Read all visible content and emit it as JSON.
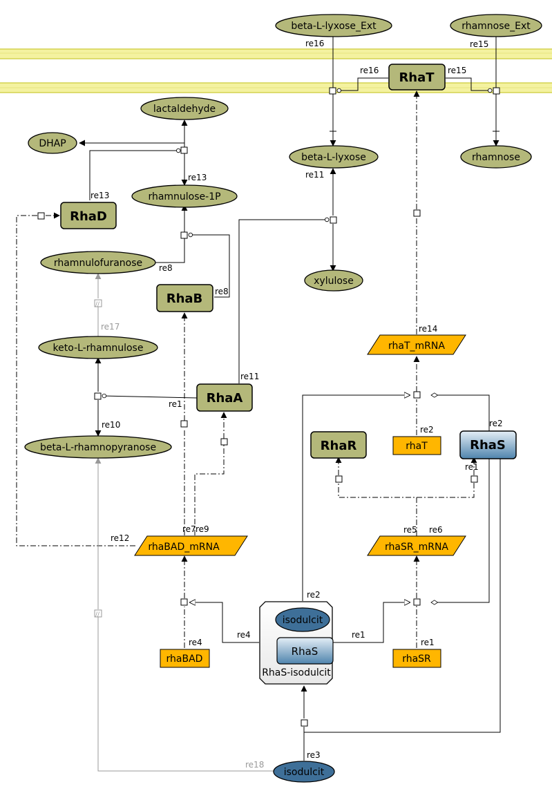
{
  "species": {
    "beta_L_lyxose_Ext": "beta-L-lyxose_Ext",
    "rhamnose_Ext": "rhamnose_Ext",
    "lactaldehyde": "lactaldehyde",
    "DHAP": "DHAP",
    "beta_L_lyxose": "beta-L-lyxose",
    "rhamnose": "rhamnose",
    "rhamnulose_1P": "rhamnulose-1P",
    "rhamnulofuranose": "rhamnulofuranose",
    "xylulose": "xylulose",
    "keto_L_rhamnulose": "keto-L-rhamnulose",
    "beta_L_rhamnopyranose": "beta-L-rhamnopyranose",
    "isodulcit_complex": "isodulcit",
    "isodulcit_bottom": "isodulcit"
  },
  "proteins": {
    "RhaT": "RhaT",
    "RhaD": "RhaD",
    "RhaB": "RhaB",
    "RhaA": "RhaA",
    "RhaR": "RhaR",
    "RhaS": "RhaS",
    "RhaS_inner": "RhaS"
  },
  "complex": {
    "label": "RhaS-isodulcit"
  },
  "rnas": {
    "rhaT_mRNA": "rhaT_mRNA",
    "rhaBAD_mRNA": "rhaBAD_mRNA",
    "rhaSR_mRNA": "rhaSR_mRNA"
  },
  "genes": {
    "rhaT": "rhaT",
    "rhaBAD": "rhaBAD",
    "rhaSR": "rhaSR"
  },
  "reaction_labels": {
    "re16_top": "re16",
    "re15_top": "re15",
    "re16_mid": "re16",
    "re15_mid": "re15",
    "re11_lyx": "re11",
    "re13_rham": "re13",
    "re13_rhad": "re13",
    "re8_furan": "re8",
    "re8_rhab": "re8",
    "re17": "re17",
    "re11_rhaa": "re11",
    "re1_rhaa": "re1",
    "re10": "re10",
    "re14": "re14",
    "re2_rhat": "re2",
    "re2_rhas": "re2",
    "re1_rhas": "re1",
    "re12": "re12",
    "re7": "re7",
    "re9": "re9",
    "re5": "re5",
    "re6": "re6",
    "re2_complex": "re2",
    "re4_left": "re4",
    "re4_gene": "re4",
    "re1_right": "re1",
    "re1_gene": "re1",
    "re3": "re3",
    "re18": "re18",
    "slash1": "//",
    "slash2": "//"
  },
  "colors": {
    "membrane": "#f4f2a0",
    "membrane_line": "#d4d250",
    "species_fill": "#b4b87a",
    "protein_fill": "#b4b87a",
    "rna_fill": "#ffb600",
    "rhas_fill_top": "#dce8f2",
    "rhas_fill_bottom": "#4f84ad",
    "isodulcit_fill": "#3e6f98",
    "complex_fill": "#f2f2f2",
    "gray_edge": "#999999"
  }
}
